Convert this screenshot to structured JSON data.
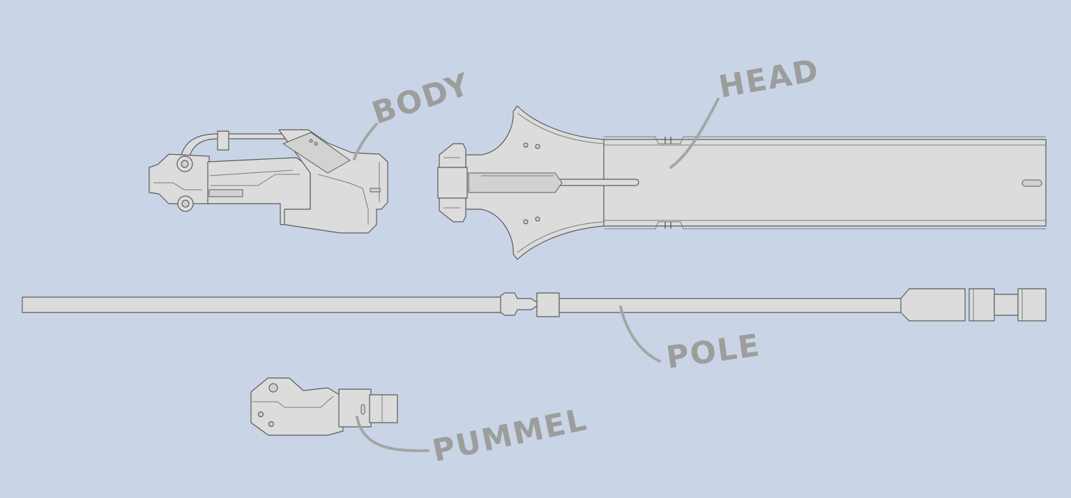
{
  "diagram": {
    "background_color": "#c9d5e6",
    "part_color": "#dcdcdc",
    "outline_color": "#5a5a5a",
    "label_color": "#9d9d9d",
    "labels": {
      "body": "BODY",
      "head": "HEAD",
      "pole": "POLE",
      "pummel": "PUMMEL"
    }
  }
}
